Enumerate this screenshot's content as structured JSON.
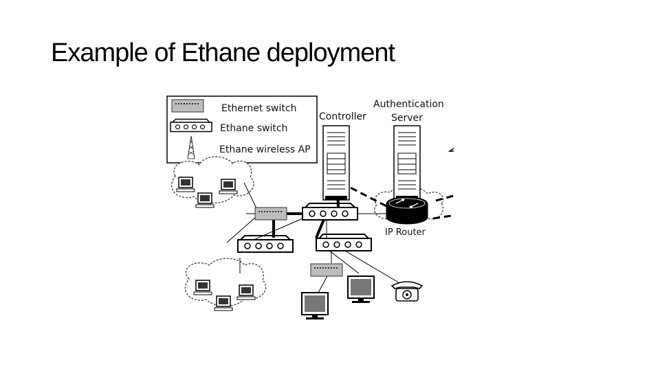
{
  "slide": {
    "title": "Example of Ethane deployment"
  },
  "legend": {
    "ethernet_switch": "Ethernet switch",
    "ethane_switch": "Ethane switch",
    "ethane_wireless_ap": "Ethane wireless AP"
  },
  "labels": {
    "controller": "Controller",
    "auth_line1": "Authentication",
    "auth_line2": "Server",
    "ip_router": "IP Router"
  }
}
